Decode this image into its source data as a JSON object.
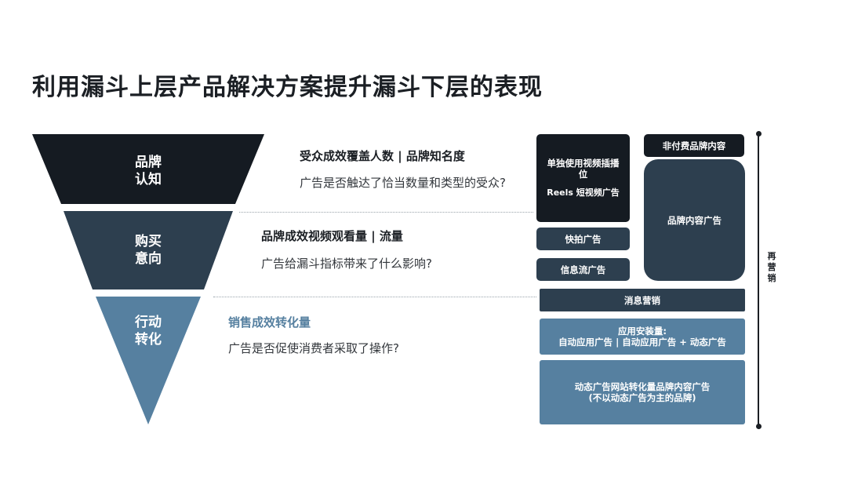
{
  "title": "利用漏斗上层产品解决方案提升漏斗下层的表现",
  "colors": {
    "dark": "#151b22",
    "slate": "#2d3f4f",
    "blue": "#5680a0",
    "text": "#1b1f24"
  },
  "funnel": [
    {
      "label_line1": "品牌",
      "label_line2": "认知",
      "color": "#151b22",
      "metric": "受众成效覆盖人数 | 品牌知名度",
      "question": "广告是否触达了恰当数量和类型的受众?"
    },
    {
      "label_line1": "购买",
      "label_line2": "意向",
      "color": "#2d3f4f",
      "metric": "品牌成效视频观看量 | 流量",
      "question": "广告给漏斗指标带来了什么影响?"
    },
    {
      "label_line1": "行动",
      "label_line2": "转化",
      "color": "#5680a0",
      "metric": "销售成效转化量",
      "question": "广告是否促使消费者采取了操作?"
    }
  ],
  "solutions": {
    "standalone_line1": "单独使用视频插播",
    "standalone_line2": "位",
    "reels": "Reels 短视频广告",
    "quick_snap": "快拍广告",
    "feed": "信息流广告",
    "non_paid": "非付费品牌内容",
    "branded_content": "品牌内容广告",
    "messaging": "消息营销",
    "app_install_line1": "应用安装量:",
    "app_install_line2": "自动应用广告 | 自动应用广告 + 动态广告",
    "dynamic_line1": "动态广告网站转化量品牌内容广告",
    "dynamic_line2": "(不以动态广告为主的品牌)"
  },
  "remarketing": [
    "再",
    "营",
    "销"
  ]
}
